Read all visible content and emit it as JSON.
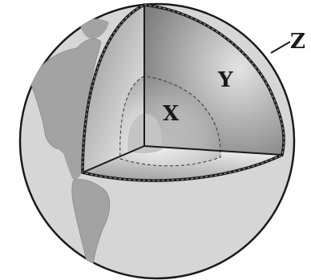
{
  "labels": {
    "inner": "X",
    "middle": "Y",
    "outer": "Z"
  },
  "colors": {
    "globe_fill": "#d6d6d6",
    "continent_fill": "#a3a3a3",
    "layer_dark": "#8e8e8e",
    "layer_light": "#f4f4f4",
    "outline": "#1a1a1a"
  }
}
